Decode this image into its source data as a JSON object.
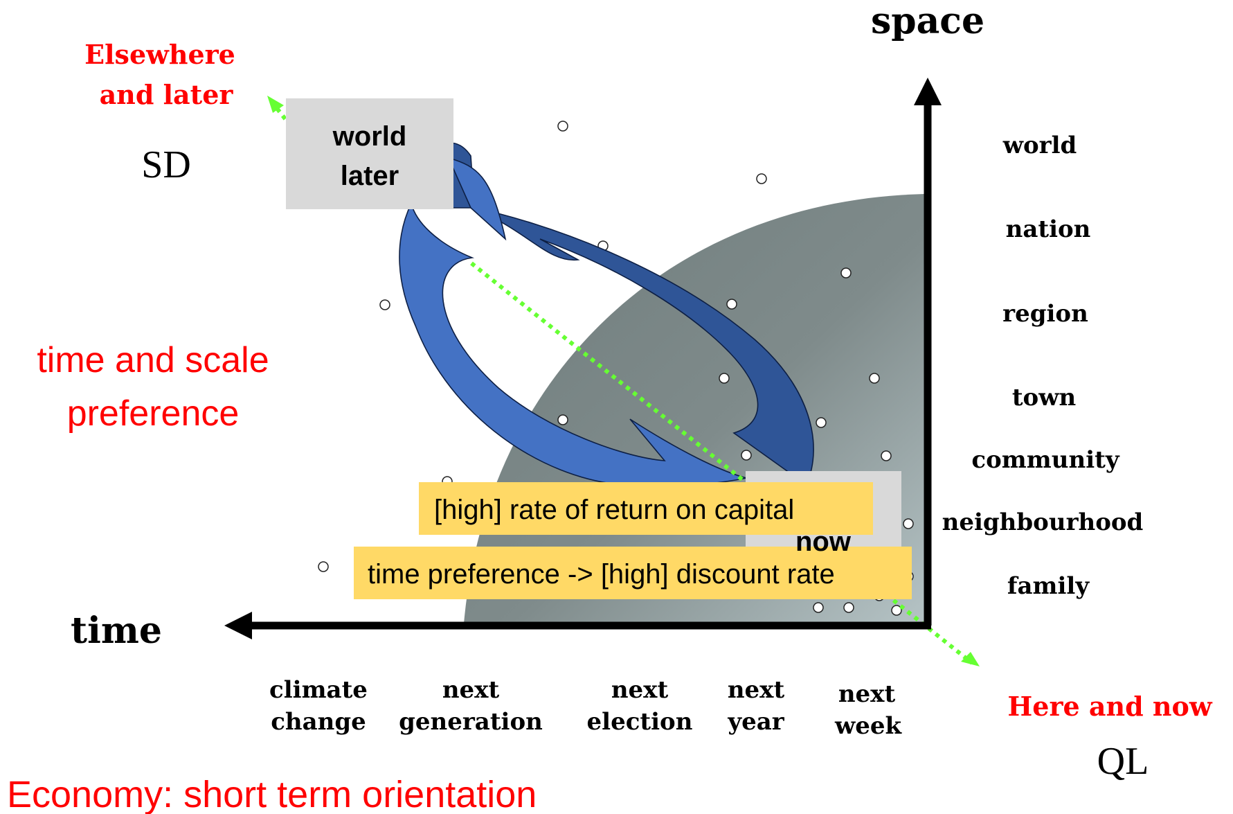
{
  "axes": {
    "space_label": "space",
    "time_label": "time"
  },
  "corners": {
    "elsewhere_line1": "Elsewhere",
    "elsewhere_line2": "and later",
    "sd": "SD",
    "here_now": "Here and now",
    "ql": "QL"
  },
  "boxes": {
    "world_later_line1": "world",
    "world_later_line2": "later",
    "now": "now"
  },
  "side_text": {
    "line1": "time and scale",
    "line2": "preference"
  },
  "space_scale": [
    "world",
    "nation",
    "region",
    "town",
    "community",
    "neighbourhood",
    "family"
  ],
  "time_scale": [
    {
      "l1": "climate",
      "l2": "change"
    },
    {
      "l1": "next",
      "l2": "generation"
    },
    {
      "l1": "next",
      "l2": "election"
    },
    {
      "l1": "next",
      "l2": "year"
    },
    {
      "l1": "next",
      "l2": "week"
    }
  ],
  "callouts": {
    "return": "[high] rate of return on capital",
    "discount": "time preference -> [high] discount rate"
  },
  "footer": "Economy: short term orientation",
  "colors": {
    "red": "#ff0000",
    "callout_bg": "#ffd966",
    "arrow_blue": "#4472c4",
    "arrow_dark_blue": "#2f5597",
    "grey_box": "#d9d9d9",
    "green_dotted": "#66ff33"
  }
}
